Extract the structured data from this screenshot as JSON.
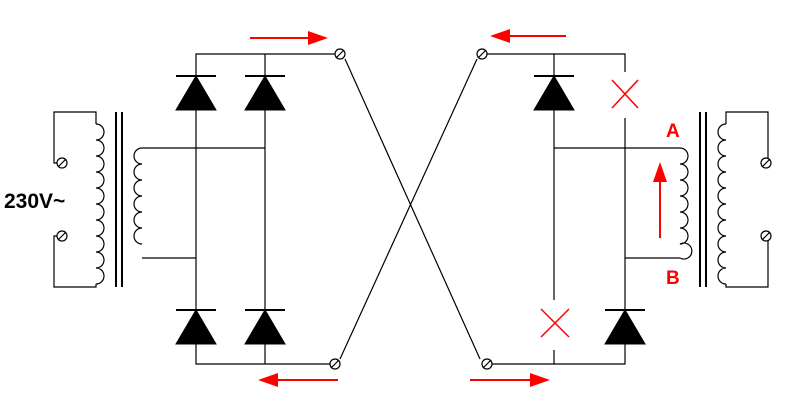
{
  "diagram": {
    "supply_label": "230V~",
    "terminal_a_label": "A",
    "terminal_b_label": "B"
  },
  "colors": {
    "wire": "#000000",
    "arrow": "#ff0000",
    "label_red": "#ff0000",
    "text": "#000000",
    "background": "#ffffff"
  },
  "icons": {
    "diode": "diode-icon",
    "terminal": "terminal-icon",
    "removed": "cross-icon",
    "arrow": "current-arrow-icon"
  }
}
